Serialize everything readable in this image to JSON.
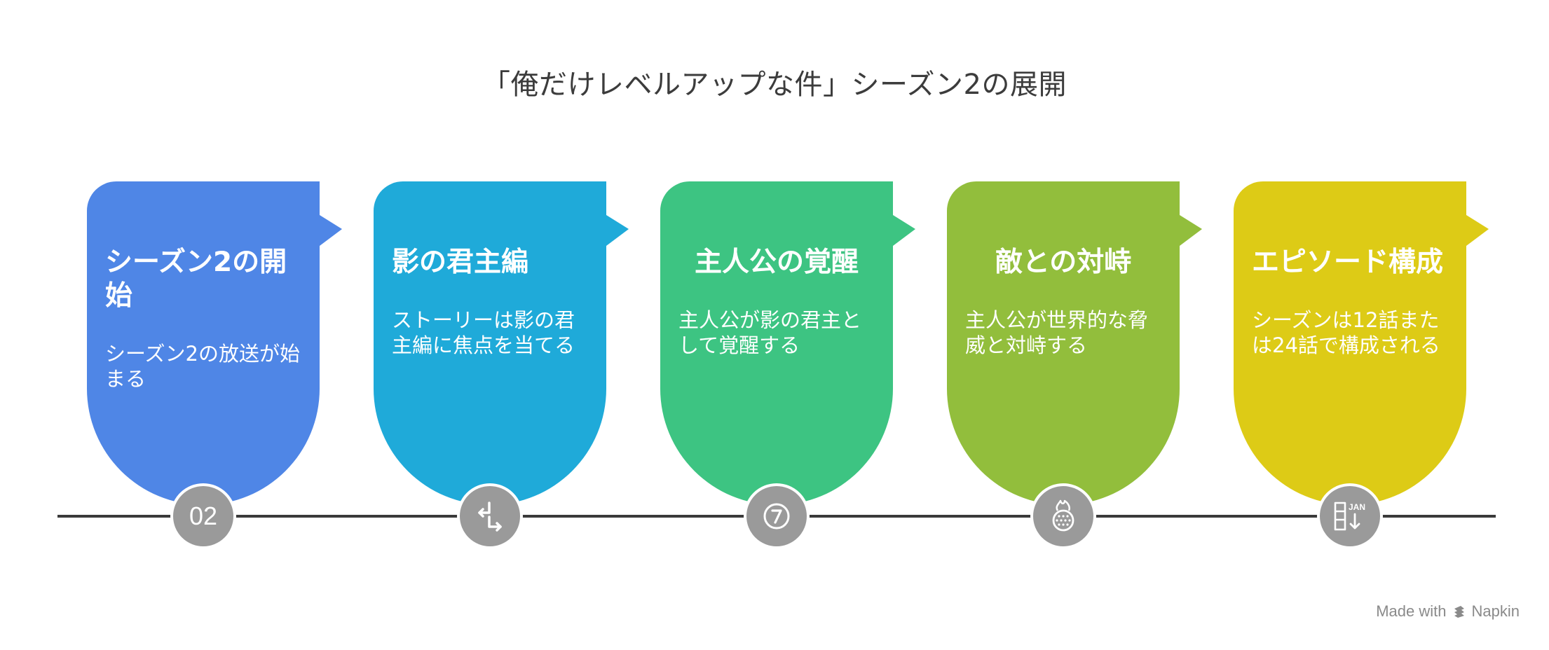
{
  "title": "「俺だけレベルアップな件」シーズン2の展開",
  "cards": [
    {
      "title": "シーズン2の開始",
      "description": "シーズン2の放送が始まる",
      "color": "#4F86E6",
      "node_label": "02",
      "icon": "number-02-icon"
    },
    {
      "title": "影の君主編",
      "description": "ストーリーは影の君主編に焦点を当てる",
      "color": "#1FAAD9",
      "icon": "branching-arrows-icon"
    },
    {
      "title": "主人公の覚醒",
      "description": "主人公が影の君主として覚醒する",
      "color": "#3DC482",
      "icon": "number-seven-circle-icon"
    },
    {
      "title": "敵との対峙",
      "description": "主人公が世界的な脅威と対峙する",
      "color": "#92BE3C",
      "icon": "burning-globe-icon"
    },
    {
      "title": "エピソード構成",
      "description": "シーズンは12話または24話で構成される",
      "color": "#DDCB16",
      "icon": "calendar-sort-icon"
    }
  ],
  "credit": {
    "made_with": "Made with",
    "brand": "Napkin",
    "icon": "napkin-logo-icon"
  }
}
